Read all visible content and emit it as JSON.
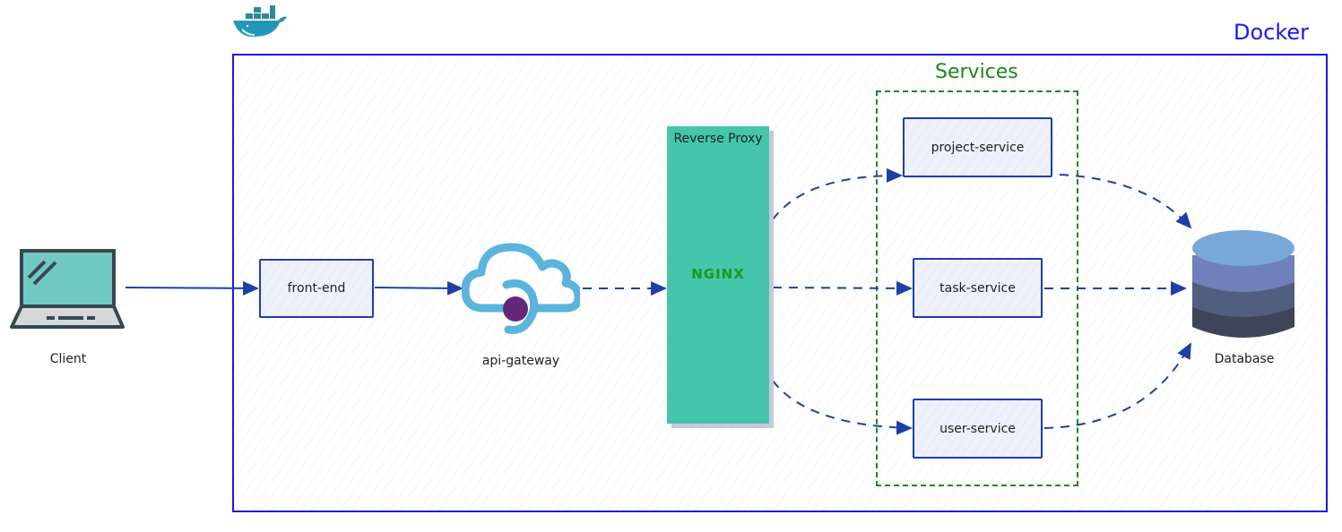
{
  "diagram": {
    "container": {
      "label": "Docker",
      "color": "#1a1ae6"
    },
    "group": {
      "label": "Services",
      "color": "#1a8a1a"
    },
    "nodes": {
      "client": {
        "label": "Client",
        "icon": "laptop-icon"
      },
      "frontend": {
        "label": "front-end"
      },
      "gateway": {
        "label": "api-gateway",
        "icon": "cloud-gateway-icon"
      },
      "proxy": {
        "label": "Reverse Proxy",
        "logo": "NGINX",
        "color": "#45c6aa"
      },
      "project_service": {
        "label": "project-service"
      },
      "task_service": {
        "label": "task-service"
      },
      "user_service": {
        "label": "user-service"
      },
      "database": {
        "label": "Database",
        "icon": "database-icon"
      }
    },
    "edges": [
      {
        "from": "client",
        "to": "frontend",
        "style": "solid"
      },
      {
        "from": "frontend",
        "to": "gateway",
        "style": "solid"
      },
      {
        "from": "gateway",
        "to": "proxy",
        "style": "dashed"
      },
      {
        "from": "proxy",
        "to": "project_service",
        "style": "dashed"
      },
      {
        "from": "proxy",
        "to": "task_service",
        "style": "dashed"
      },
      {
        "from": "proxy",
        "to": "user_service",
        "style": "dashed"
      },
      {
        "from": "project_service",
        "to": "database",
        "style": "dashed"
      },
      {
        "from": "task_service",
        "to": "database",
        "style": "dashed"
      },
      {
        "from": "user_service",
        "to": "database",
        "style": "dashed"
      }
    ],
    "edge_color": "#1e3fa8",
    "docker_logo": "docker-whale-icon"
  }
}
